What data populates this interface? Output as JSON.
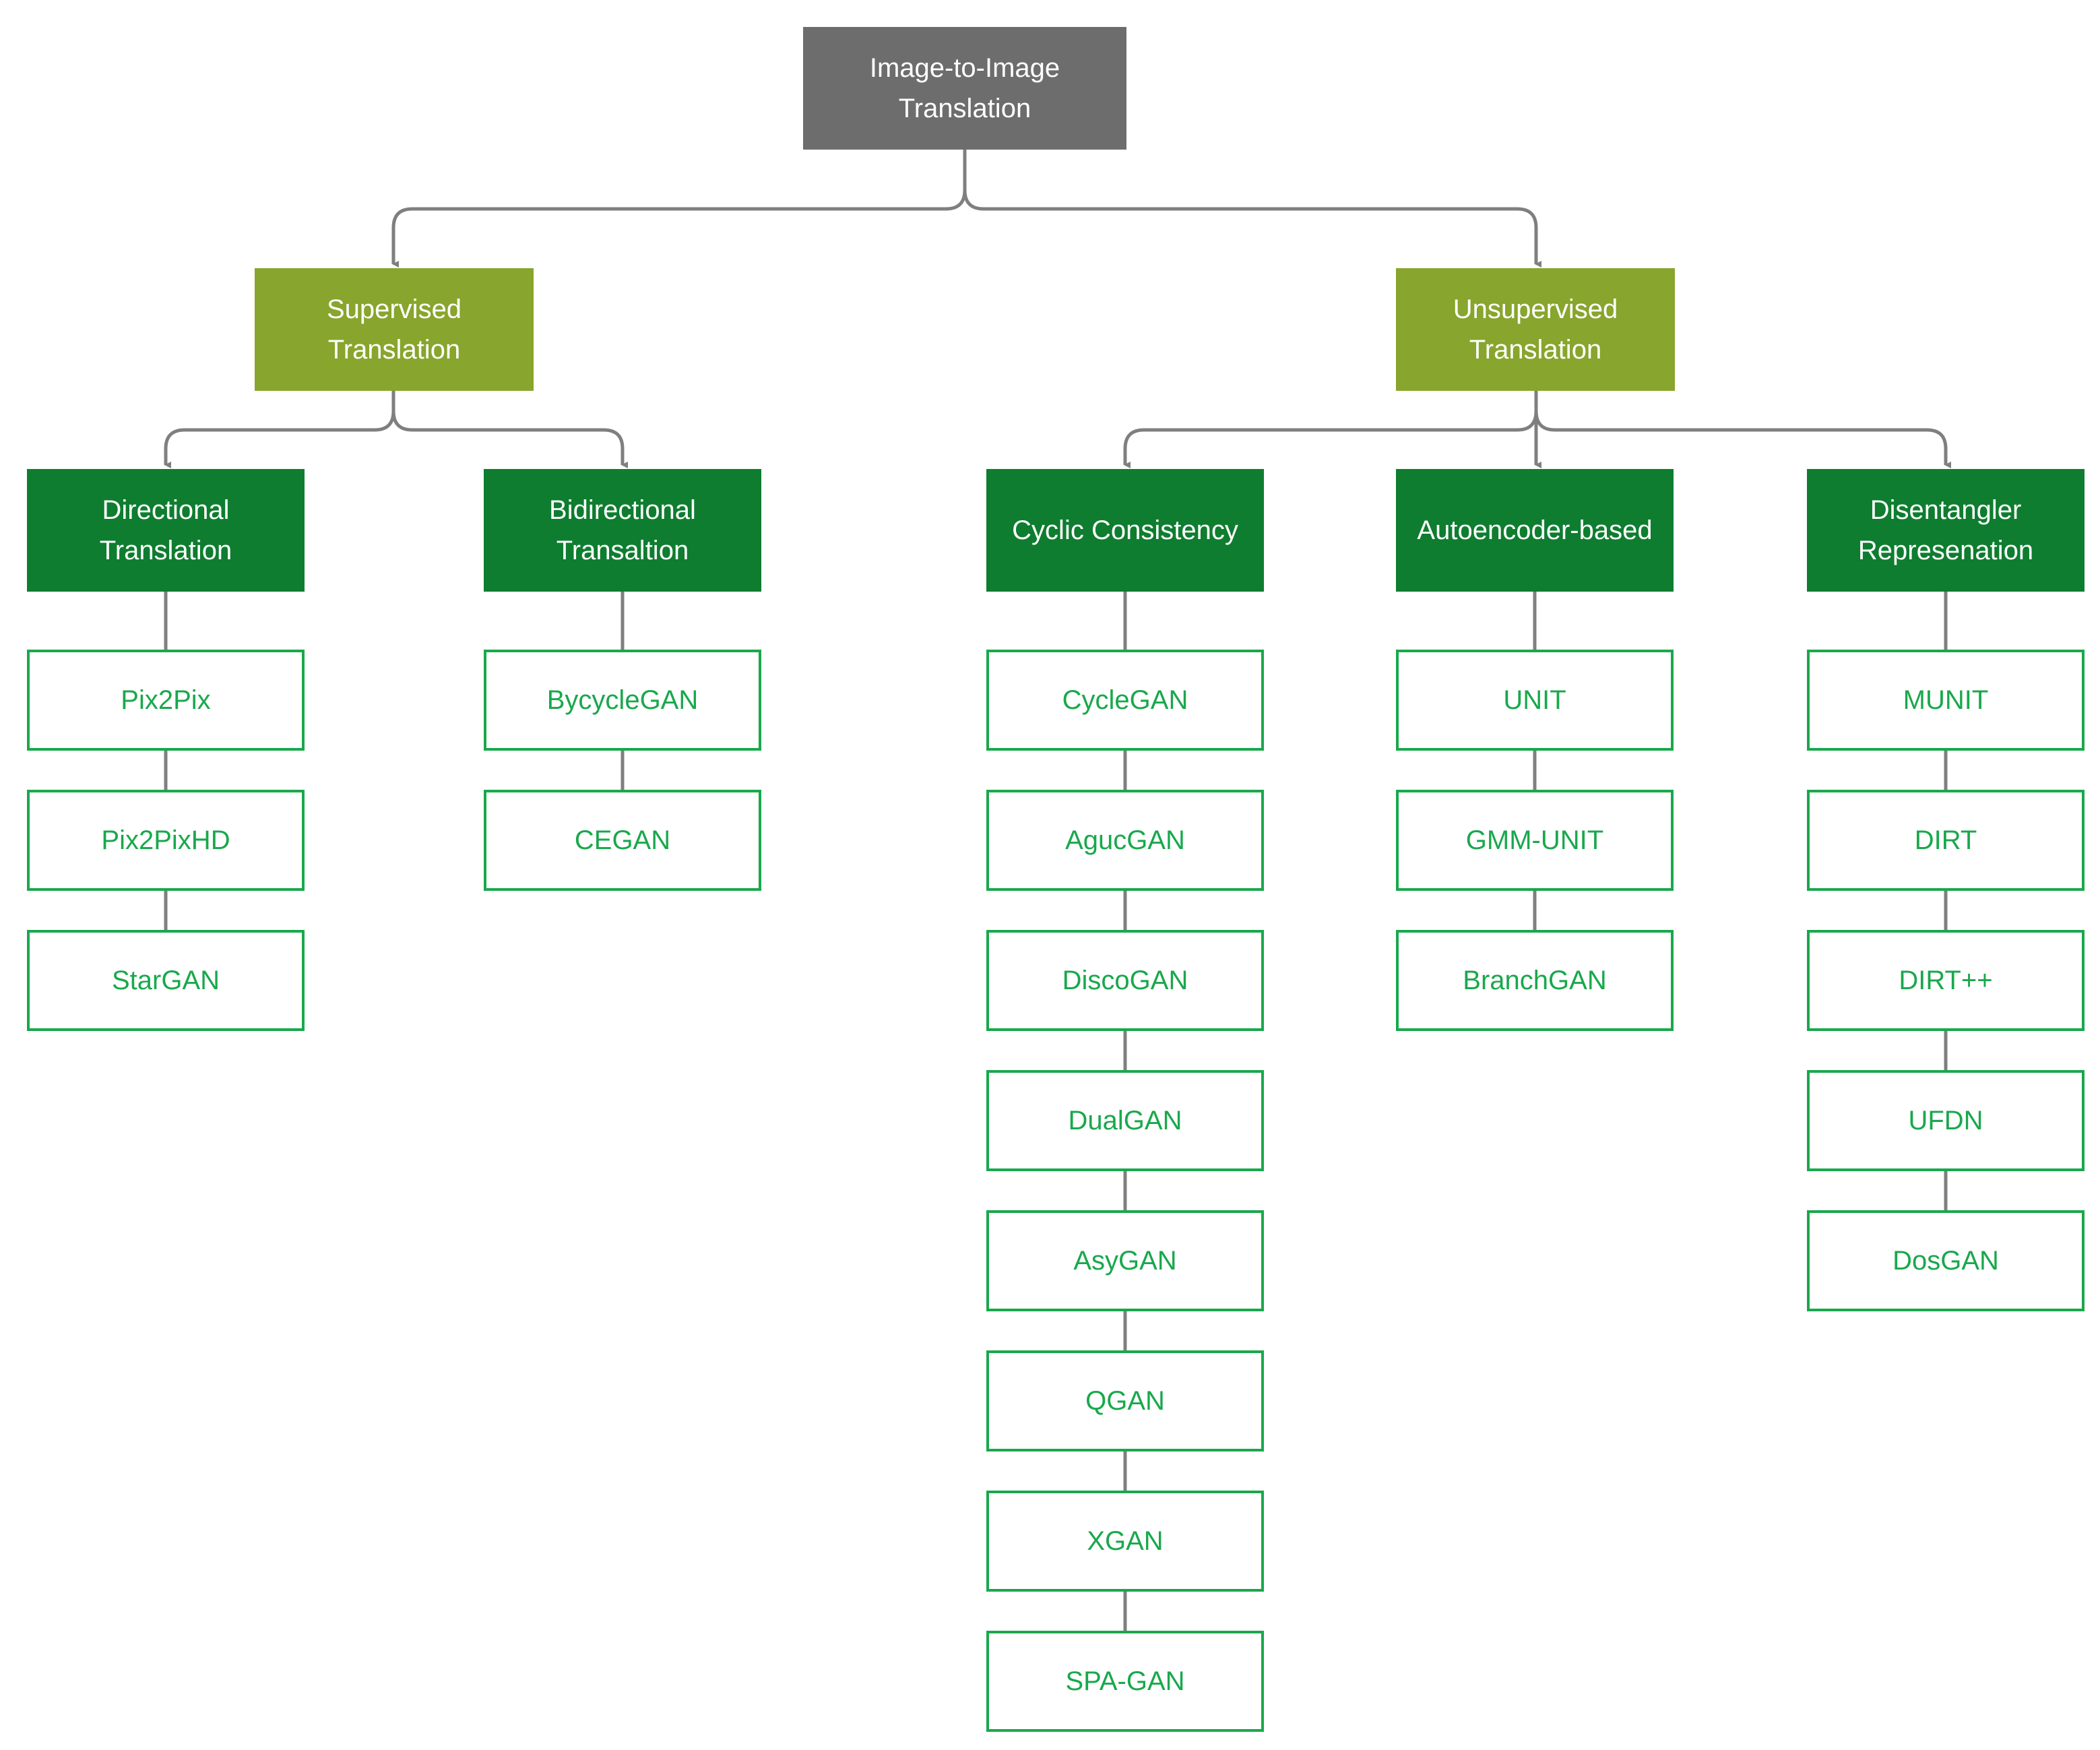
{
  "colors": {
    "root": "#6d6d6d",
    "category": "#88a52d",
    "subcategory": "#0e7d2f",
    "leaf_border": "#19a84c",
    "leaf_text": "#19a84c",
    "connector": "#7f7f7f"
  },
  "root": {
    "label": "Image-to-Image Translation"
  },
  "supervised": {
    "label": "Supervised Translation",
    "directional": {
      "label": "Directional Translation",
      "methods": [
        "Pix2Pix",
        "Pix2PixHD",
        "StarGAN"
      ]
    },
    "bidirectional": {
      "label": "Bidirectional Transaltion",
      "methods": [
        "BycycleGAN",
        "CEGAN"
      ]
    }
  },
  "unsupervised": {
    "label": "Unsupervised Translation",
    "cyclic": {
      "label": "Cyclic Consistency",
      "methods": [
        "CycleGAN",
        "AgucGAN",
        "DiscoGAN",
        "DualGAN",
        "AsyGAN",
        "QGAN",
        "XGAN",
        "SPA-GAN"
      ]
    },
    "autoencoder": {
      "label": "Autoencoder-based",
      "methods": [
        "UNIT",
        "GMM-UNIT",
        "BranchGAN"
      ]
    },
    "disentangler": {
      "label": "Disentangler Represenation",
      "methods": [
        "MUNIT",
        "DIRT",
        "DIRT++",
        "UFDN",
        "DosGAN"
      ]
    }
  }
}
